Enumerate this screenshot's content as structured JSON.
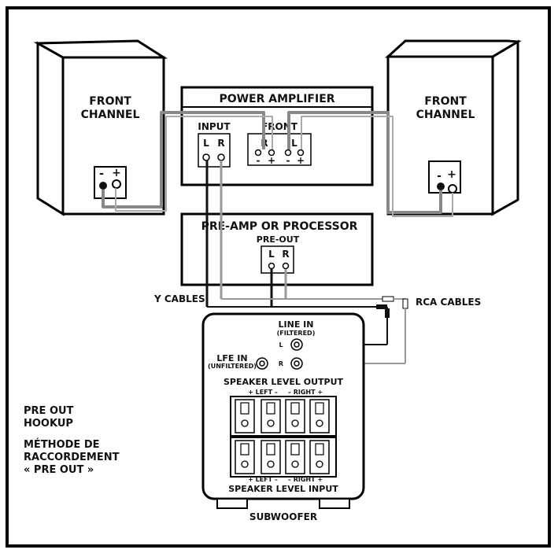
{
  "speakers": {
    "left": {
      "label_line1": "FRONT",
      "label_line2": "CHANNEL",
      "neg": "-",
      "pos": "+"
    },
    "right": {
      "label_line1": "FRONT",
      "label_line2": "CHANNEL",
      "neg": "-",
      "pos": "+"
    }
  },
  "power_amp": {
    "title": "POWER AMPLIFIER",
    "input_label": "INPUT",
    "input_l": "L",
    "input_r": "R",
    "front_label": "FRONT",
    "out_r": "R",
    "out_l": "L",
    "neg": "-",
    "pos": "+"
  },
  "preamp": {
    "title": "PRE-AMP OR PROCESSOR",
    "preout_label": "PRE-OUT",
    "l": "L",
    "r": "R"
  },
  "cables": {
    "y_cables": "Y CABLES",
    "rca_cables": "RCA CABLES"
  },
  "subwoofer": {
    "line_in": "LINE IN",
    "filtered": "(FILTERED)",
    "l": "L",
    "r": "R",
    "lfe_in": "LFE IN",
    "unfiltered": "(UNFILTERED)",
    "speaker_level_output": "SPEAKER LEVEL OUTPUT",
    "top_left_label": "+ LEFT –",
    "top_right_label": "– RIGHT +",
    "bottom_left_label": "+ LEFT –",
    "bottom_right_label": "– RIGHT +",
    "speaker_level_input": "SPEAKER LEVEL INPUT",
    "name": "SUBWOOFER"
  },
  "caption": {
    "line1": "PRE OUT",
    "line2": "HOOKUP",
    "line3": "MÉTHODE DE",
    "line4": "RACCORDEMENT",
    "line5": "« PRE OUT »"
  }
}
